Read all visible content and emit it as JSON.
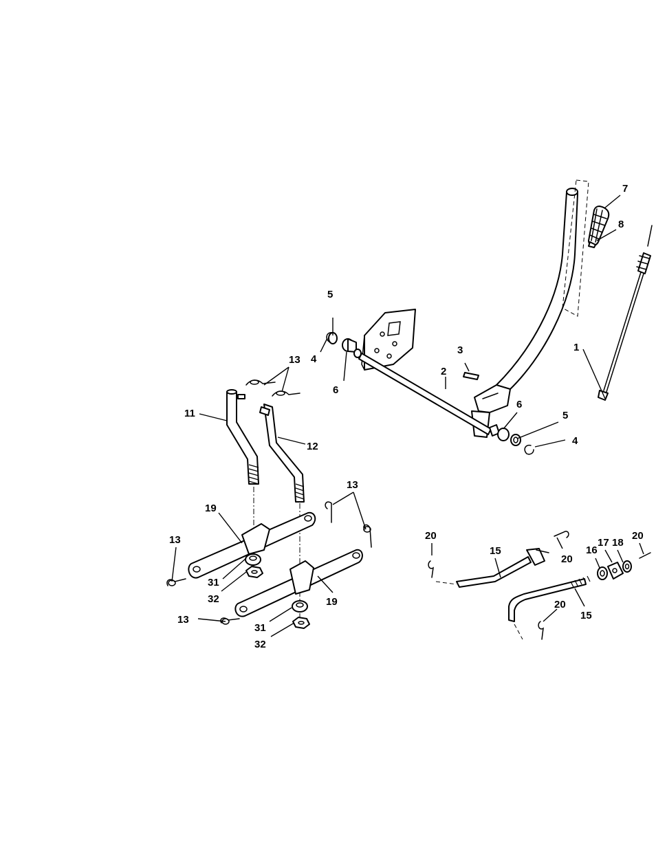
{
  "diagram": {
    "labels": {
      "p1": "1",
      "p2": "2",
      "p3": "3",
      "p4a": "4",
      "p4b": "4",
      "p5a": "5",
      "p5b": "5",
      "p6a": "6",
      "p6b": "6",
      "p7": "7",
      "p8": "8",
      "p11": "11",
      "p12": "12",
      "p13a": "13",
      "p13b": "13",
      "p13c": "13",
      "p13d": "13",
      "p15a": "15",
      "p15b": "15",
      "p16": "16",
      "p17": "17",
      "p18": "18",
      "p19a": "19",
      "p19b": "19",
      "p20a": "20",
      "p20b": "20",
      "p20c": "20",
      "p20d": "20",
      "p31a": "31",
      "p31b": "31",
      "p32a": "32",
      "p32b": "32"
    }
  }
}
